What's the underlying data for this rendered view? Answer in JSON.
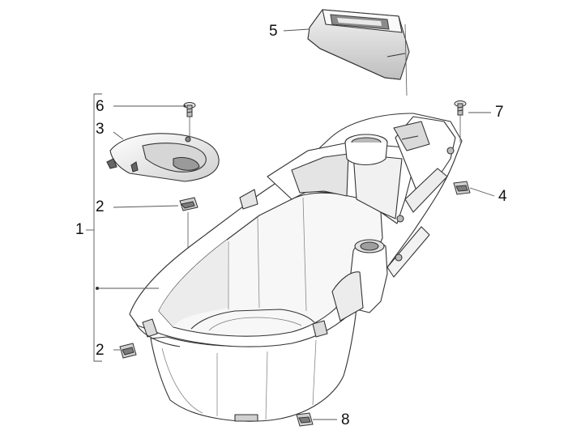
{
  "diagram": {
    "callouts": {
      "c1": "1",
      "c2a": "2",
      "c2b": "2",
      "c3": "3",
      "c4": "4",
      "c5": "5",
      "c6": "6",
      "c7": "7",
      "c8": "8"
    },
    "colors": {
      "line": "#333333",
      "fill": "#ffffff",
      "shade": "#dcdcdc",
      "dark": "#9a9a9a",
      "leader": "#555555"
    }
  }
}
